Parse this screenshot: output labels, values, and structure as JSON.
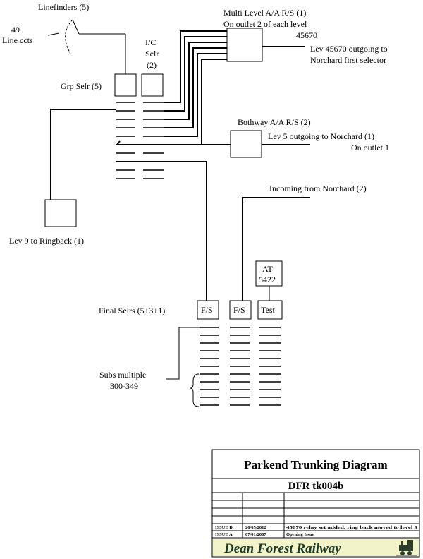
{
  "linefinders": {
    "label": "Linefinders (5)",
    "ccts_count": "49",
    "ccts_label": "Line ccts"
  },
  "grp_selr": {
    "label": "Grp Selr (5)"
  },
  "ic_selr": {
    "line1": "I/C",
    "line2": "Selr",
    "line3": "(2)"
  },
  "multi_level": {
    "line1": "Multi Level A/A R/S (1)",
    "line2": "On outlet 2 of each level",
    "line3": "45670",
    "out_line1": "Lev 45670 outgoing to",
    "out_line2": "Norchard first selector"
  },
  "bothway": {
    "label": "Bothway A/A R/S (2)",
    "out_line1": "Lev 5  outgoing to Norchard (1)",
    "out_line2": "On outlet 1"
  },
  "ringback": {
    "label": "Lev 9 to Ringback (1)"
  },
  "incoming": {
    "label": "Incoming from Norchard (2)"
  },
  "at_box": {
    "line1": "AT",
    "line2": "5422"
  },
  "final_selrs": {
    "label": "Final Selrs (5+3+1)",
    "box1": "F/S",
    "box2": "F/S",
    "box3": "Test"
  },
  "subs": {
    "line1": "Subs multiple",
    "line2": "300-349"
  },
  "title_block": {
    "title": "Parkend Trunking Diagram",
    "drawing_no": "DFR tk004b",
    "issues": [
      {
        "issue": "ISSUE B",
        "date": "20/05/2012",
        "desc": "45670 relay set added, ring back moved to level 9"
      },
      {
        "issue": "ISSUE A",
        "date": "07/01/2007",
        "desc": "Opening Issue"
      }
    ],
    "brand": "Dean Forest Railway",
    "logo_icon": "locomotive-icon"
  }
}
